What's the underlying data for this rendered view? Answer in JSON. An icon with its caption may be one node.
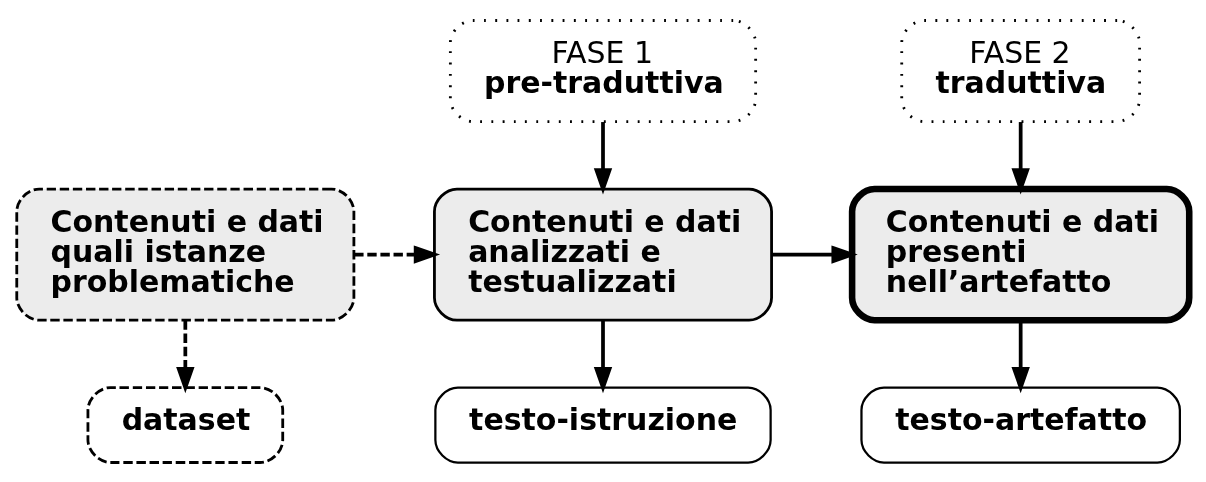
{
  "diagram": {
    "nodes": [
      {
        "text": [
          "FASE 1",
          "pre-traduttiva"
        ]
      },
      {
        "text": [
          "FASE 2",
          "traduttiva"
        ]
      },
      {
        "text": [
          "Contenuti e dati quali istanze problematiche"
        ]
      },
      {
        "text": [
          "Contenuti e dati analizzati e testualizzati"
        ]
      },
      {
        "text": [
          "Contenuti e dati presenti nell’artefatto"
        ]
      },
      {
        "text": [
          "dataset"
        ]
      },
      {
        "text": [
          "testo-istruzione"
        ]
      },
      {
        "text": [
          "testo-artefatto"
        ]
      }
    ],
    "edges": [
      {
        "from": 0,
        "to": 3,
        "arrow": "to"
      },
      {
        "from": 1,
        "to": 4,
        "arrow": "to"
      },
      {
        "from": 2,
        "to": 3,
        "arrow": "to",
        "style": "dashed"
      },
      {
        "from": 3,
        "to": 4,
        "arrow": "to"
      },
      {
        "from": 2,
        "to": 5,
        "arrow": "to",
        "style": "dashed"
      },
      {
        "from": 3,
        "to": 6,
        "arrow": "to"
      },
      {
        "from": 4,
        "to": 7,
        "arrow": "to"
      }
    ]
  }
}
